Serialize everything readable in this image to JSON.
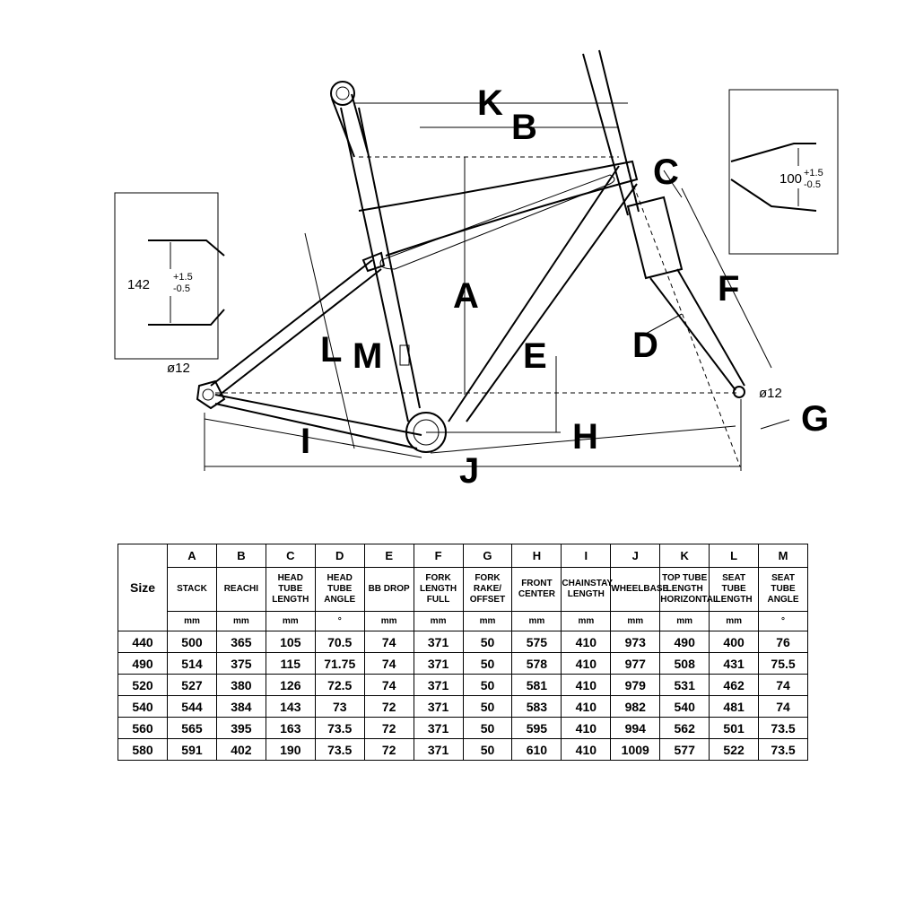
{
  "diagram": {
    "labels": {
      "A": "A",
      "B": "B",
      "C": "C",
      "D": "D",
      "E": "E",
      "F": "F",
      "G": "G",
      "H": "H",
      "I": "I",
      "J": "J",
      "K": "K",
      "L": "L",
      "M": "M"
    },
    "rear_dropout_spacing": {
      "base": "142",
      "tol_plus": "+1.5",
      "tol_minus": "-0.5"
    },
    "front_dropout_spacing": {
      "base": "100",
      "tol_plus": "+1.5",
      "tol_minus": "-0.5"
    },
    "rear_axle": "ø12",
    "front_axle": "ø12"
  },
  "table": {
    "size_label": "Size",
    "columns": [
      {
        "letter": "A",
        "name": "STACK",
        "unit": "mm"
      },
      {
        "letter": "B",
        "name": "REACHI",
        "unit": "mm"
      },
      {
        "letter": "C",
        "name": "HEAD TUBE LENGTH",
        "unit": "mm"
      },
      {
        "letter": "D",
        "name": "HEAD TUBE ANGLE",
        "unit": "°"
      },
      {
        "letter": "E",
        "name": "BB DROP",
        "unit": "mm"
      },
      {
        "letter": "F",
        "name": "FORK LENGTH FULL",
        "unit": "mm"
      },
      {
        "letter": "G",
        "name": "FORK RAKE/ OFFSET",
        "unit": "mm"
      },
      {
        "letter": "H",
        "name": "FRONT CENTER",
        "unit": "mm"
      },
      {
        "letter": "I",
        "name": "CHAINSTAY LENGTH",
        "unit": "mm"
      },
      {
        "letter": "J",
        "name": "WHEELBASE",
        "unit": "mm"
      },
      {
        "letter": "K",
        "name": "TOP TUBE LENGTH HORIZONTAL",
        "unit": "mm"
      },
      {
        "letter": "L",
        "name": "SEAT TUBE LENGTH",
        "unit": "mm"
      },
      {
        "letter": "M",
        "name": "SEAT TUBE ANGLE",
        "unit": "°"
      }
    ],
    "rows": [
      {
        "size": "440",
        "values": [
          "500",
          "365",
          "105",
          "70.5",
          "74",
          "371",
          "50",
          "575",
          "410",
          "973",
          "490",
          "400",
          "76"
        ]
      },
      {
        "size": "490",
        "values": [
          "514",
          "375",
          "115",
          "71.75",
          "74",
          "371",
          "50",
          "578",
          "410",
          "977",
          "508",
          "431",
          "75.5"
        ]
      },
      {
        "size": "520",
        "values": [
          "527",
          "380",
          "126",
          "72.5",
          "74",
          "371",
          "50",
          "581",
          "410",
          "979",
          "531",
          "462",
          "74"
        ]
      },
      {
        "size": "540",
        "values": [
          "544",
          "384",
          "143",
          "73",
          "72",
          "371",
          "50",
          "583",
          "410",
          "982",
          "540",
          "481",
          "74"
        ]
      },
      {
        "size": "560",
        "values": [
          "565",
          "395",
          "163",
          "73.5",
          "72",
          "371",
          "50",
          "595",
          "410",
          "994",
          "562",
          "501",
          "73.5"
        ]
      },
      {
        "size": "580",
        "values": [
          "591",
          "402",
          "190",
          "73.5",
          "72",
          "371",
          "50",
          "610",
          "410",
          "1009",
          "577",
          "522",
          "73.5"
        ]
      }
    ]
  }
}
